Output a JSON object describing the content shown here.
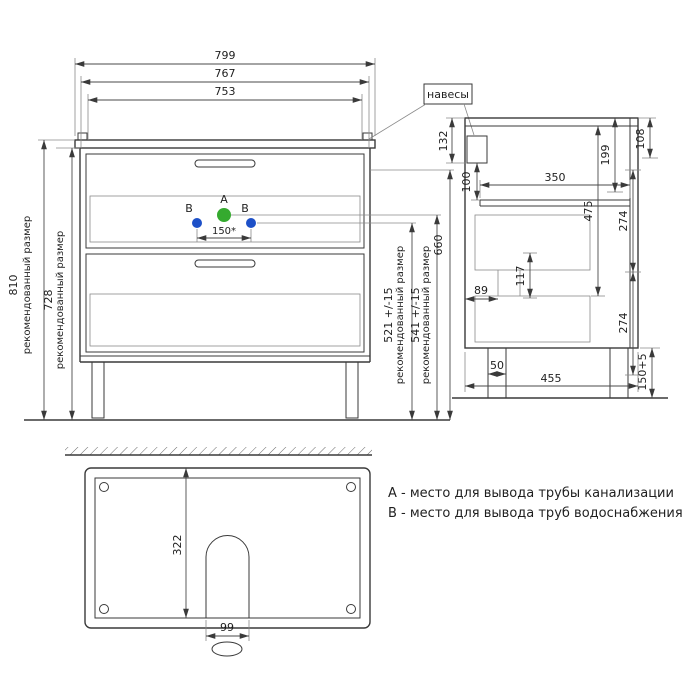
{
  "front": {
    "w1": "799",
    "w2": "767",
    "w3": "753",
    "h_total": "810",
    "h_cab": "728",
    "note": "рекомендованный размер",
    "h_b": "521 +/-15",
    "h_a": "541 +/-15",
    "h_660": "660",
    "ab_dist": "150*",
    "pt_a": "А",
    "pt_b": "В"
  },
  "callout": {
    "naves": "навесы"
  },
  "side": {
    "d132": "132",
    "d108": "108",
    "d199": "199",
    "d100": "100",
    "d350": "350",
    "d475": "475",
    "d274_top": "274",
    "d274_bottom": "274",
    "d117": "117",
    "d89": "89",
    "d50": "50",
    "d455": "455",
    "d150": "150+5"
  },
  "bottom": {
    "d322": "322",
    "d99": "99"
  },
  "legend": {
    "a": "А - место для вывода трубы канализации",
    "b": "В - место для вывода труб водоснабжения"
  },
  "colors": {
    "a": "#35aa2f",
    "b": "#1d50c8"
  }
}
